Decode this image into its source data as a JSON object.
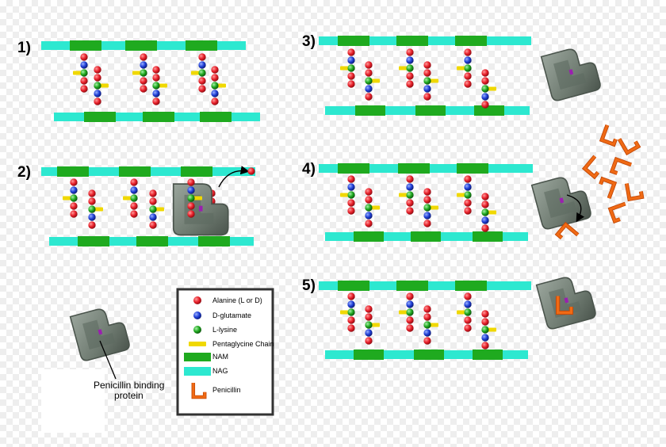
{
  "steps": [
    {
      "label": "1)"
    },
    {
      "label": "2)"
    },
    {
      "label": "3)"
    },
    {
      "label": "4)"
    },
    {
      "label": "5)"
    }
  ],
  "legend": {
    "items": [
      {
        "key": "alanine",
        "label": "Alanine (L or D)",
        "color": "#e8202a"
      },
      {
        "key": "glutamate",
        "label": "D-glutamate",
        "color": "#1f3fd6"
      },
      {
        "key": "lysine",
        "label": "L-lysine",
        "color": "#1fa81f"
      },
      {
        "key": "pentaglycine",
        "label": "Pentaglycine Chain",
        "color": "#f0d800"
      },
      {
        "key": "nam",
        "label": "NAM",
        "color": "#1faa1f"
      },
      {
        "key": "nag",
        "label": "NAG",
        "color": "#2de8d0"
      },
      {
        "key": "penicillin",
        "label": "Penicillin",
        "color": "#f06a14"
      }
    ]
  },
  "pbp_caption": {
    "line1": "Penicillin binding",
    "line2": "protein"
  },
  "colors": {
    "nag": "#2de8d0",
    "nam": "#1faa1f",
    "alanine": "#e8202a",
    "glutamate": "#1f3fd6",
    "lysine": "#1fa81f",
    "pentaglycine": "#f0d800",
    "penicillin": "#f06a14",
    "pbp": "#6e7a70",
    "pbp_dark": "#4a544c",
    "pbp_site": "#9b1fb0"
  },
  "icons": {
    "pbp": "penicillin-binding-protein-icon",
    "penicillin": "penicillin-molecule-icon",
    "arrow": "curved-arrow-icon"
  }
}
